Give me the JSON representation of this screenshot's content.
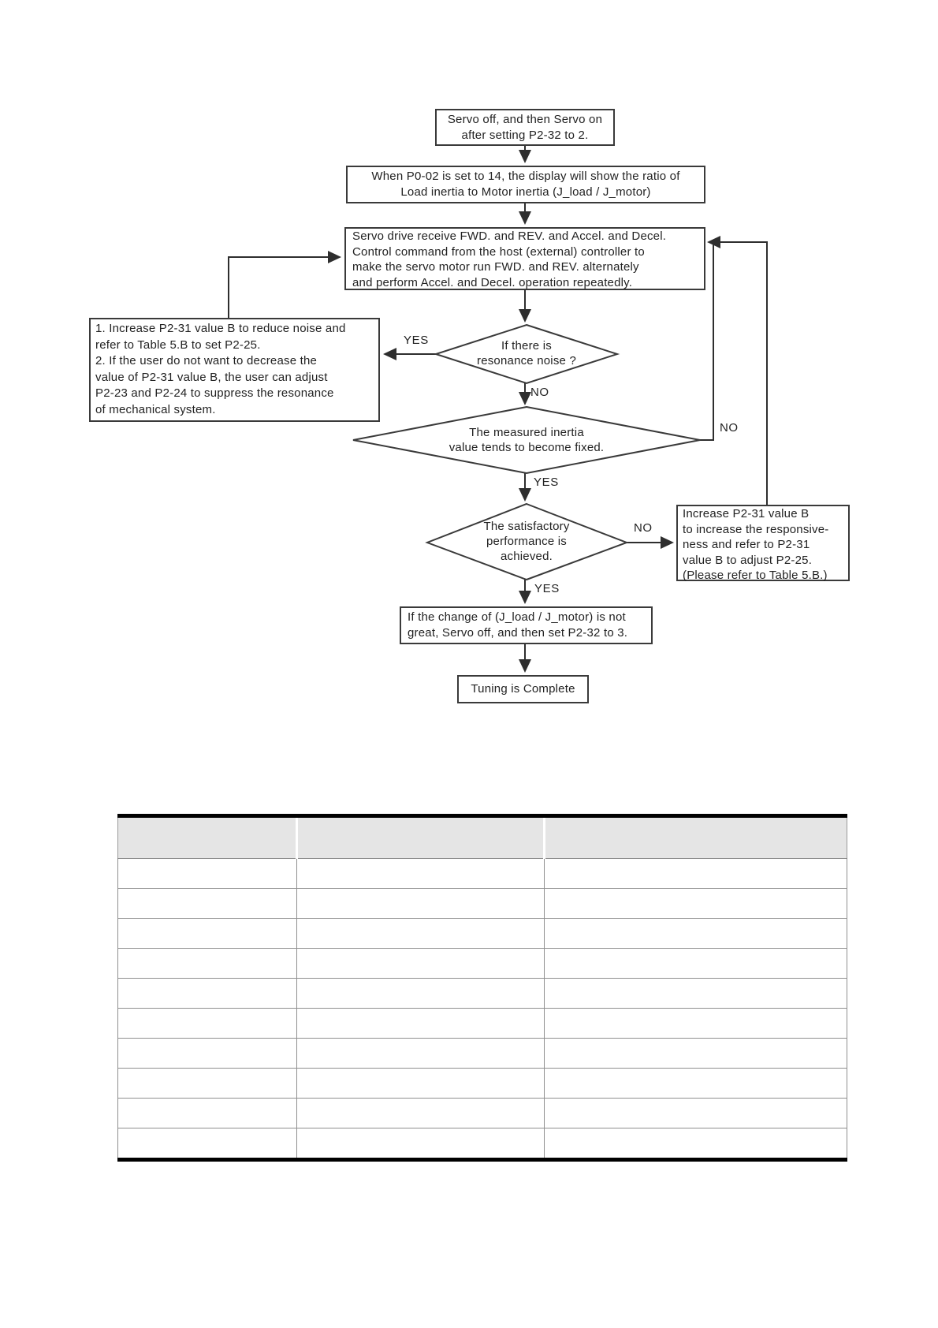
{
  "flowchart": {
    "labels": {
      "yes": "YES",
      "no": "NO"
    },
    "nodes": {
      "start": "Servo off, and then Servo on\nafter setting P2-32 to 2.",
      "display_ratio": "When P0-02 is set to 14, the display will show the ratio of\nLoad inertia to Motor inertia (J_load / J_motor)",
      "servo_command": "Servo drive receive FWD. and REV. and Accel. and Decel.\nControl command from the host (external) controller to\nmake the servo motor run FWD. and REV. alternately\nand perform Accel. and Decel. operation repeatedly.",
      "resonance_note": "1. Increase P2-31 value B to reduce noise and\n    refer to Table 5.B to set P2-25.\n2. If the user do not want to decrease the\n    value of P2-31 value B, the user can adjust\n    P2-23 and P2-24 to suppress the resonance\n    of mechanical system.",
      "resonance_decision": "If there is\nresonance noise ?",
      "inertia_decision": "The measured inertia\nvalue tends to become fixed.",
      "performance_decision": "The satisfactory\nperformance is\nachieved.",
      "responsiveness_note": "Increase P2-31 value B\nto increase the responsive-\nness and refer to P2-31\nvalue B to adjust P2-25.\n(Please refer to Table 5.B.)",
      "set_p232": "If the change of (J_load / J_motor) is not\ngreat, Servo off, and then set P2-32 to 3.",
      "complete": "Tuning is Complete"
    }
  },
  "table": {
    "columns": [
      "",
      "",
      ""
    ],
    "rows": [
      [
        "",
        "",
        ""
      ],
      [
        "",
        "",
        ""
      ],
      [
        "",
        "",
        ""
      ],
      [
        "",
        "",
        ""
      ],
      [
        "",
        "",
        ""
      ],
      [
        "",
        "",
        ""
      ],
      [
        "",
        "",
        ""
      ],
      [
        "",
        "",
        ""
      ],
      [
        "",
        "",
        ""
      ],
      [
        "",
        "",
        ""
      ]
    ],
    "header_bg": "#e5e5e5"
  },
  "colors": {
    "line": "#2e2e2e",
    "box_border": "#3a3a3a",
    "table_outer_border": "#000000",
    "table_inner_border": "#8f8f8f"
  }
}
